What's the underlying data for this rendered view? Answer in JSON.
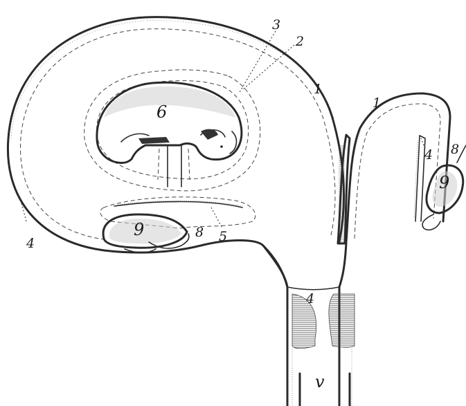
{
  "figure": {
    "labels": {
      "one_top": "1",
      "one_right": "1",
      "two": "2",
      "three": "3",
      "four_left": "4",
      "four_right": "4",
      "four_bottom": "4",
      "five": "5",
      "six": "6",
      "eight_left": "8",
      "eight_right": "8",
      "nine_left": "9",
      "nine_right": "9",
      "v": "v"
    }
  }
}
